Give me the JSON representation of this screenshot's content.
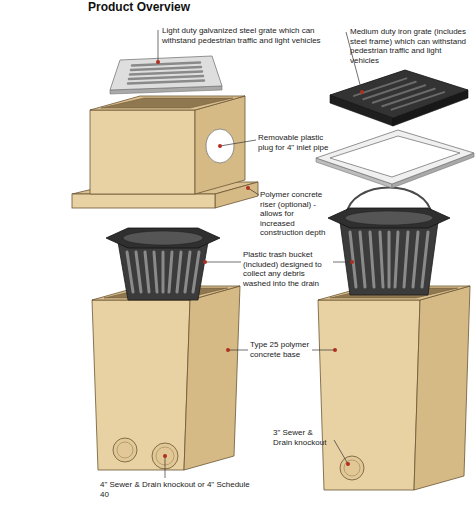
{
  "diagram": {
    "title": "Product Overview",
    "labels": [
      "Light duty galvanized steel grate which can withstand pedestrian traffic and light vehicles",
      "Medium duty iron grate (includes steel frame) which can withstand pedestrian traffic and light vehicles",
      "Removable plastic plug for 4\" inlet pipe",
      "Polymer concrete riser (optional) - allows for increased construction depth",
      "Plastic trash bucket (included) designed to collect any debris washed into the drain",
      "Type 25 polymer concrete base",
      "3\" Sewer & Drain knockout",
      "4\" Sewer & Drain knockout or 4\" Schedule 40"
    ]
  }
}
